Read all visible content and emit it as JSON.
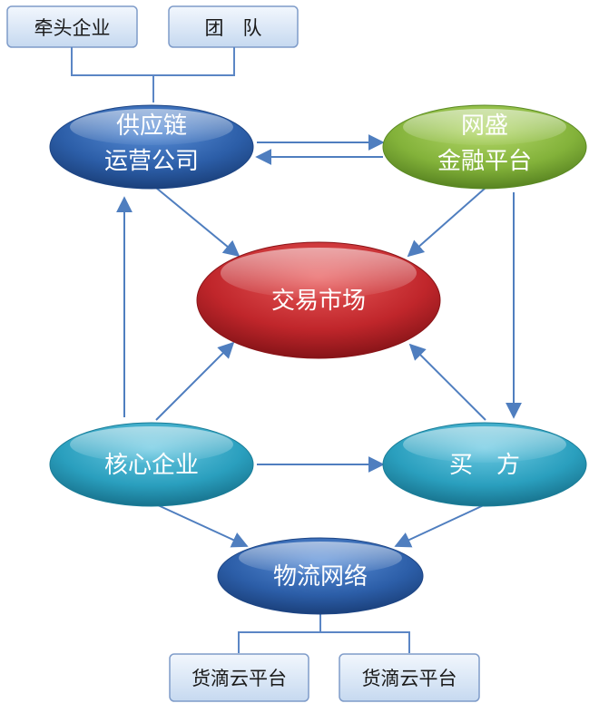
{
  "boxes": {
    "lead_enterprise": "牵头企业",
    "team": "团　队",
    "platform_a": "货滴云平台",
    "platform_b": "货滴云平台"
  },
  "nodes": {
    "supply_chain": {
      "line1": "供应链",
      "line2": "运营公司"
    },
    "finance": {
      "line1": "网盛",
      "line2": "金融平台"
    },
    "market": "交易市场",
    "core_enterprise": "核心企业",
    "buyer": "买　方",
    "logistics": "物流网络"
  },
  "colors": {
    "box_fill": "#dce8f6",
    "box_stroke": "#7f9cc9",
    "connector": "#4f7ebf",
    "tree_line": "#5b86c5",
    "supply_chain": "#2c5ea8",
    "finance": "#83b23a",
    "market": "#c0262b",
    "core_enterprise": "#2a9fbe",
    "buyer": "#2a9fbe",
    "logistics": "#2c5ea8"
  }
}
